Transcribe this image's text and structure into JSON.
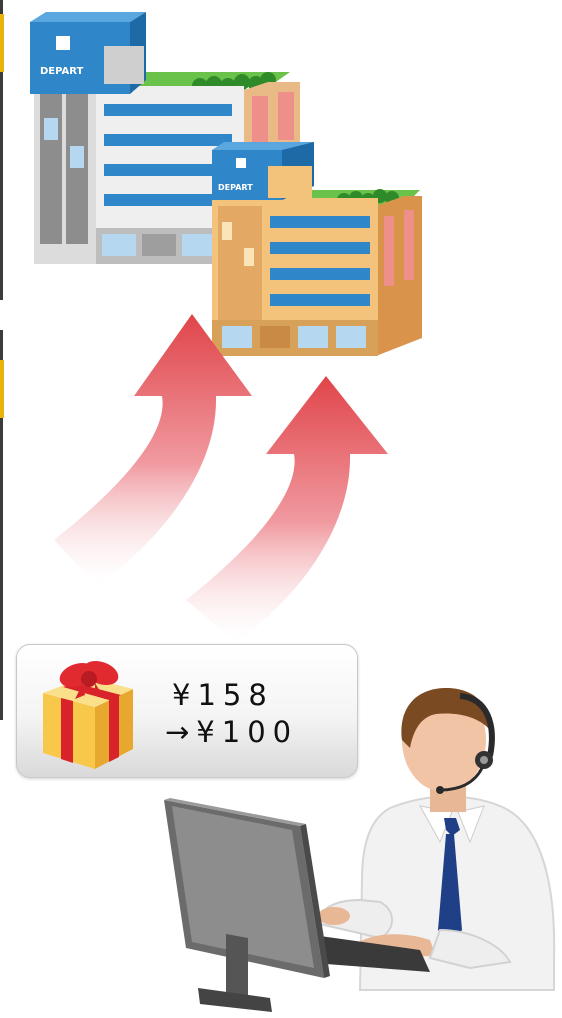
{
  "stores": {
    "main_sign": "DEPART",
    "branch_sign": "DEPART"
  },
  "price_card": {
    "original_price": "¥158",
    "discounted_price": "→¥100"
  },
  "icons": {
    "gift": "gift-box-icon",
    "arrows": "upward-curved-arrow-icon",
    "operator": "headset-operator-icon",
    "computer": "desktop-monitor-icon"
  },
  "colors": {
    "arrow_red": "#e0454a",
    "store_blue": "#2f86c8",
    "store_orange": "#f3c27b",
    "roof_green": "#6bc24a",
    "gift_red": "#d8232a",
    "gift_yellow": "#f7c84a",
    "frame_accent": "#e8b40a"
  }
}
